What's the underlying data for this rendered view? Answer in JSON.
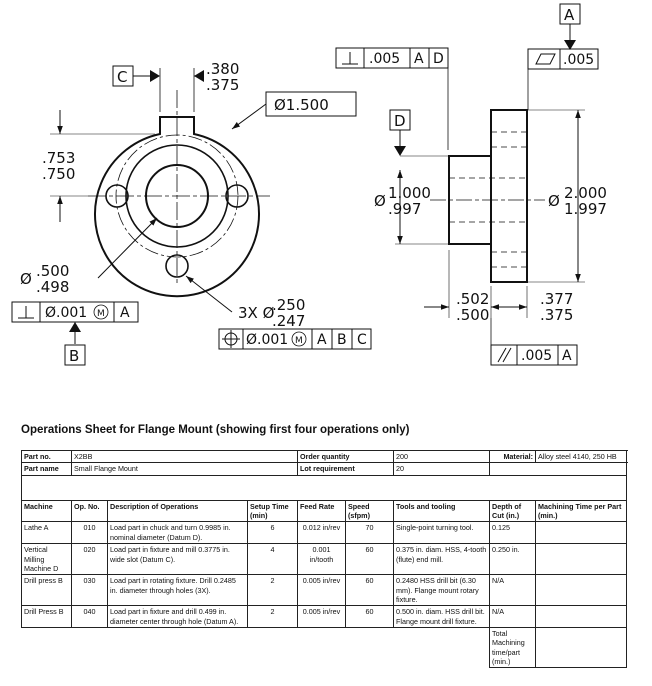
{
  "drawing": {
    "left_view": {
      "datum_c": "C",
      "slot_width_upper": ".380",
      "slot_width_lower": ".375",
      "outer_dia": "Ø1.500",
      "height_upper": ".753",
      "height_lower": ".750",
      "bore_dia_upper": ".500",
      "bore_dia_lower": ".498",
      "bore_fcf": {
        "symbol": "⟂",
        "tol": "Ø.001",
        "mod": "M",
        "datums": [
          "A"
        ]
      },
      "datum_b": "B",
      "holes_prefix": "3X Ø",
      "holes_dia_upper": ".250",
      "holes_dia_lower": ".247",
      "holes_fcf": {
        "symbol": "⊕",
        "tol": "Ø.001",
        "mod": "M",
        "datums": [
          "A",
          "B",
          "C"
        ]
      }
    },
    "right_view": {
      "perp_fcf": {
        "symbol": "⟂",
        "tol": ".005",
        "datums": [
          "A",
          "D"
        ]
      },
      "datum_d": "D",
      "datum_a": "A",
      "flat_fcf": {
        "symbol": "▱",
        "tol": ".005"
      },
      "hub_dia_upper": "1.000",
      "hub_dia_lower": ".997",
      "flange_dia_upper": "2.000",
      "flange_dia_lower": "1.997",
      "hub_len_upper": ".502",
      "hub_len_lower": ".500",
      "flange_thk_upper": ".377",
      "flange_thk_lower": ".375",
      "parallel_fcf": {
        "symbol": "//",
        "tol": ".005",
        "datums": [
          "A"
        ]
      }
    }
  },
  "sheet": {
    "title": "Operations Sheet for Flange Mount (showing first four operations only)",
    "part_no_label": "Part no.",
    "part_no": "X2BB",
    "part_name_label": "Part name",
    "part_name": "Small Flange Mount",
    "order_qty_label": "Order quantity",
    "order_qty": "200",
    "lot_req_label": "Lot requirement",
    "lot_req": "20",
    "material_label": "Material:",
    "material": "Alloy steel 4140, 250 HB",
    "headers": [
      "Machine",
      "Op. No.",
      "Description of Operations",
      "Setup Time (min)",
      "Feed Rate",
      "Speed (sfpm)",
      "Tools and tooling",
      "Depth of Cut (in.)",
      "Machining Time per Part (min.)"
    ],
    "rows": [
      {
        "machine": "Lathe A",
        "op": "010",
        "desc": "Load part in chuck and turn 0.9985 in. nominal diameter (Datum D).",
        "setup": "6",
        "feed": "0.012 in/rev",
        "speed": "70",
        "tools": "Single-point turning tool.",
        "depth": "0.125",
        "time": ""
      },
      {
        "machine": "Vertical Milling Machine D",
        "op": "020",
        "desc": "Load part in fixture and mill 0.3775 in. wide slot (Datum C).",
        "setup": "4",
        "feed": "0.001 in/tooth",
        "speed": "60",
        "tools": "0.375 in. diam. HSS, 4-tooth (flute) end mill.",
        "depth": "0.250 in.",
        "time": ""
      },
      {
        "machine": "Drill press B",
        "op": "030",
        "desc": "Load part in rotating fixture.  Drill 0.2485 in. diameter through holes (3X).",
        "setup": "2",
        "feed": "0.005 in/rev",
        "speed": "60",
        "tools": "0.2480 HSS drill bit (6.30 mm).  Flange mount rotary fixture.",
        "depth": "N/A",
        "time": ""
      },
      {
        "machine": "Drill Press B",
        "op": "040",
        "desc": "Load part in fixture and drill 0.499 in. diameter center through hole (Datum A).",
        "setup": "2",
        "feed": "0.005 in/rev",
        "speed": "60",
        "tools": "0.500 in. diam. HSS drill bit.  Flange mount drill fixture.",
        "depth": "N/A",
        "time": ""
      }
    ],
    "total_label": "Total Machining time/part (min.)"
  }
}
